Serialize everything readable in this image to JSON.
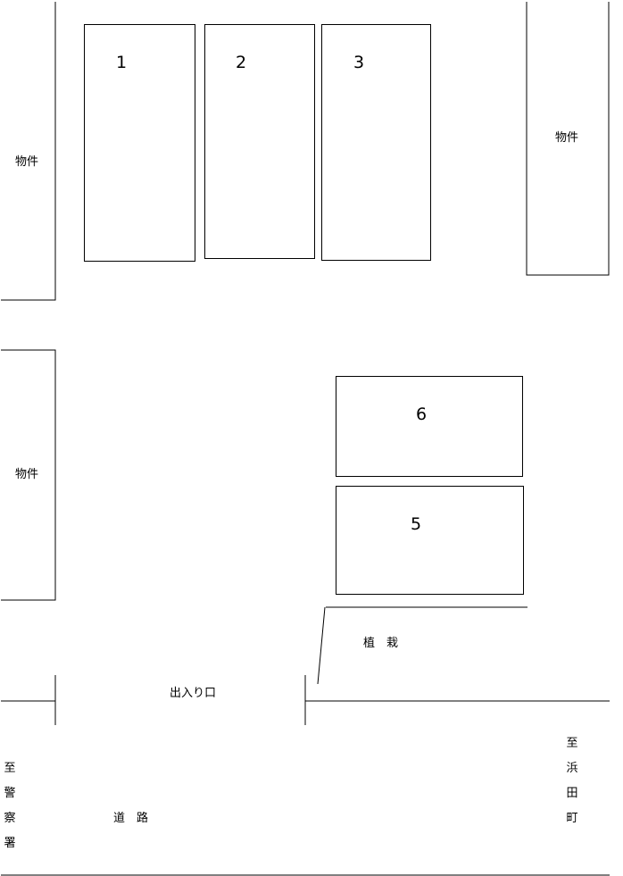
{
  "lots": {
    "lot1": "1",
    "lot2": "2",
    "lot3": "3",
    "lot5": "5",
    "lot6": "6"
  },
  "properties": {
    "left_top": "物件",
    "right_top": "物件",
    "left_middle": "物件"
  },
  "entrance_label": "出入り口",
  "planting_label": "植　栽",
  "road_label": "道　路",
  "direction_left": [
    "至",
    "警",
    "察",
    "署"
  ],
  "direction_right": [
    "至",
    "浜",
    "田",
    "町"
  ]
}
